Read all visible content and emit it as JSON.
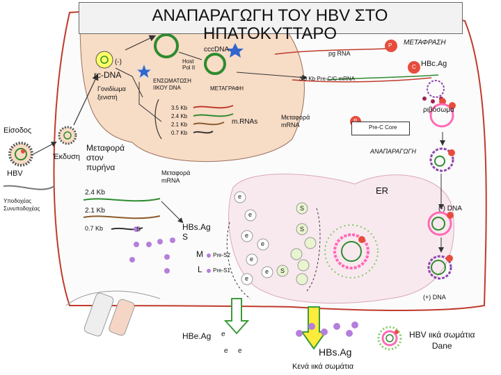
{
  "title": "ΑΝΑΠΑΡΑΓΩΓΗ ΤΟΥ HBV ΣΤΟ ΗΠΑΤΟΚΥΤΤΑΡΟ",
  "labels": {
    "cccdna": "cccDNA",
    "rc_minus": "(-)",
    "rc_dna": "rc-DNA",
    "genome_release": "Γονιδίωμα\nξενιστή",
    "host_pol": "Host\nPol II",
    "integration": "ΕΝΣΩΜΑΤΩΣΗ\nΙΙΚΟΥ DNA",
    "transcription": "ΜΕΤΑΓΡΑΦΗ",
    "sizes": [
      "3.5 Kb",
      "2.4 Kb",
      "2.1 Kb",
      "0.7 Kb"
    ],
    "mrnas": "m.RNAs",
    "pg_rna": "pg RNA",
    "pre_c_mrna": "3.5 Kb  Pre-C/C mRNA",
    "ribosomes": "ριβόσωμα",
    "metafora_mrna": "Μεταφορά\nmRNA",
    "p_badge": "P",
    "pre_c_core": "Pre-C  Core",
    "translation": "ΜΕΤΑΦΡΑΣΗ",
    "hbcag": "HBc.Ag",
    "c_badge": "C",
    "entry": "Είσοδος",
    "hbv": "HBV",
    "uncoating": "Έκδυση",
    "to_nucleus": "Μεταφορά\nστον\nπυρήνα",
    "receptor": "Υποδοχέας\nΣυνυποδοχέας",
    "metafora_mrna2": "Μεταφορά\nmRNA",
    "replication": "ΑΝΑΠΑΡΑΓΩΓΗ",
    "er": "ER",
    "minus_dna": "(-) DNA",
    "plus_dna": "(+) DNA",
    "kb24": "2.4 Kb",
    "kb21": "2.1 Kb",
    "kb07": "0.7 Kb",
    "hbsag_s": "HBs.Ag\nS",
    "m_label": "M",
    "l_label": "L",
    "pre_s2": "Pre-S2",
    "pre_s1": "Pre-S1",
    "hbeag": "HBe.Ag",
    "hbsag_bottom": "HBs.Ag",
    "empty_particles": "Κενά ιικά σωμάτια",
    "dane": "HBV ιικά σωμάτια\nDane",
    "s_tag": "S",
    "e_tag": "e"
  }
}
